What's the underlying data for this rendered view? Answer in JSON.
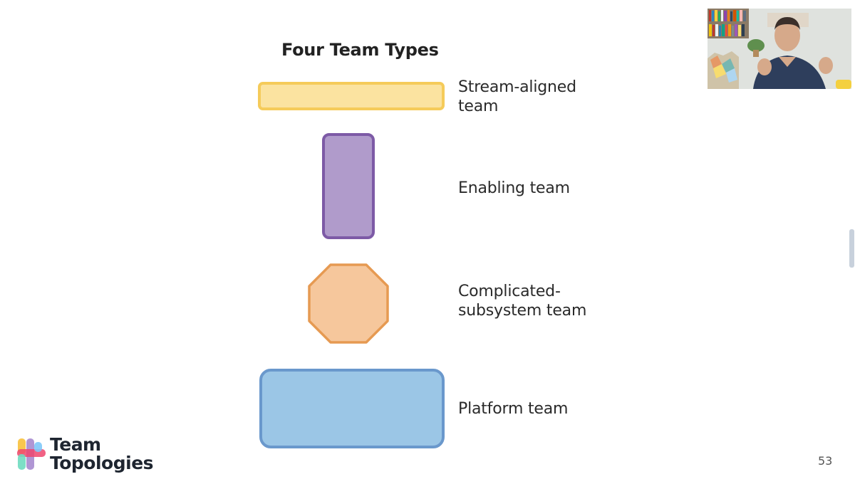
{
  "slide": {
    "title": "Four Team Types",
    "team_types": [
      {
        "label_line1": "Stream-aligned",
        "label_line2": "team",
        "shape": "wide-rounded-rectangle",
        "fill": "#fbe3a0",
        "stroke": "#f5cb5a"
      },
      {
        "label_line1": "Enabling team",
        "label_line2": "",
        "shape": "tall-rounded-rectangle",
        "fill": "#b09bcb",
        "stroke": "#7d5aa6"
      },
      {
        "label_line1": "Complicated-",
        "label_line2": "subsystem team",
        "shape": "octagon",
        "fill": "#f6c79c",
        "stroke": "#e69a52"
      },
      {
        "label_line1": "Platform team",
        "label_line2": "",
        "shape": "large-rounded-rectangle",
        "fill": "#9bc6e6",
        "stroke": "#6a98cc"
      }
    ],
    "page_number": "53"
  },
  "logo": {
    "line1": "Team",
    "line2": "Topologies",
    "colors": [
      "#f9c74f",
      "#a78bcf",
      "#ef476f",
      "#7fc8f8",
      "#6fdcc0"
    ]
  },
  "webcam": {
    "icon": "presenter-video-feed"
  },
  "colors": {
    "topbar": "#252a34",
    "background": "#ffffff"
  }
}
